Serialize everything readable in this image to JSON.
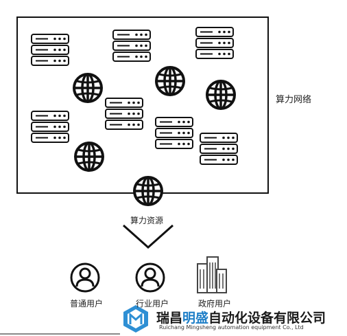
{
  "network_label": "算力网络",
  "resource_label": "算力资源",
  "users": {
    "ordinary": "普通用户",
    "industry": "行业用户",
    "government": "政府用户"
  },
  "brand": {
    "name_part1": "瑞昌",
    "name_highlight": "明盛",
    "name_part2": "自动化设备有限公司",
    "subtitle": "Ruichang Mingsheng automation equipment Co., Ltd"
  },
  "colors": {
    "line": "#111111",
    "brand_blue": "#1f7fc7",
    "building": "#444444"
  },
  "icons": [
    "server-icon",
    "globe-icon",
    "user-icon",
    "building-icon",
    "chevron-down-icon",
    "brand-logo-icon"
  ]
}
